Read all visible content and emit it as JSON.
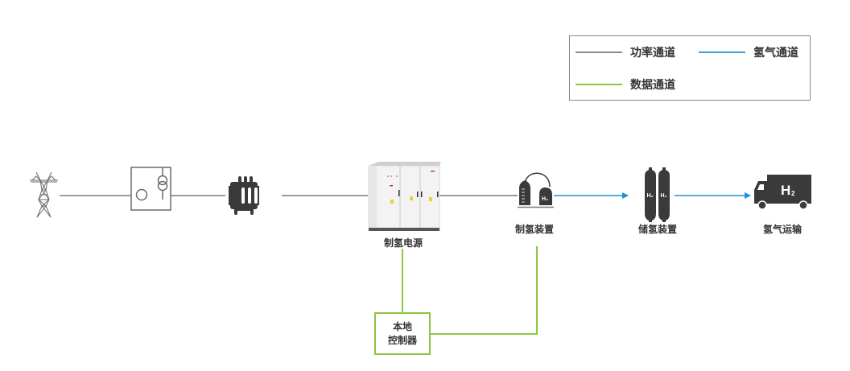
{
  "colors": {
    "power": "#7a7a7a",
    "hydrogen": "#1d8fdc",
    "data": "#8dc63f",
    "icon_dark": "#3a3a3a",
    "icon_line": "#7a7a7a"
  },
  "legend": {
    "items": [
      {
        "key": "power",
        "label": "功率通道"
      },
      {
        "key": "hydrogen",
        "label": "氢气通道"
      },
      {
        "key": "data",
        "label": "数据通道"
      }
    ]
  },
  "nodes": {
    "grid_tower": {
      "icon": "transmission-tower-icon"
    },
    "substation": {
      "icon": "substation-transformer-icon"
    },
    "rectifier": {
      "icon": "power-module-icon"
    },
    "power_supply": {
      "icon": "power-cabinet-icon",
      "label": "制氢电源"
    },
    "electrolyzer": {
      "icon": "electrolyzer-icon",
      "label": "制氢装置",
      "icon_text": "H₂"
    },
    "storage": {
      "icon": "hydrogen-tanks-icon",
      "label": "储氢装置",
      "icon_text_1": "H₂",
      "icon_text_2": "H₂"
    },
    "transport": {
      "icon": "hydrogen-truck-icon",
      "label": "氢气运输",
      "icon_text": "H",
      "icon_sub": "2"
    },
    "controller": {
      "line1": "本地",
      "line2": "控制器"
    }
  }
}
